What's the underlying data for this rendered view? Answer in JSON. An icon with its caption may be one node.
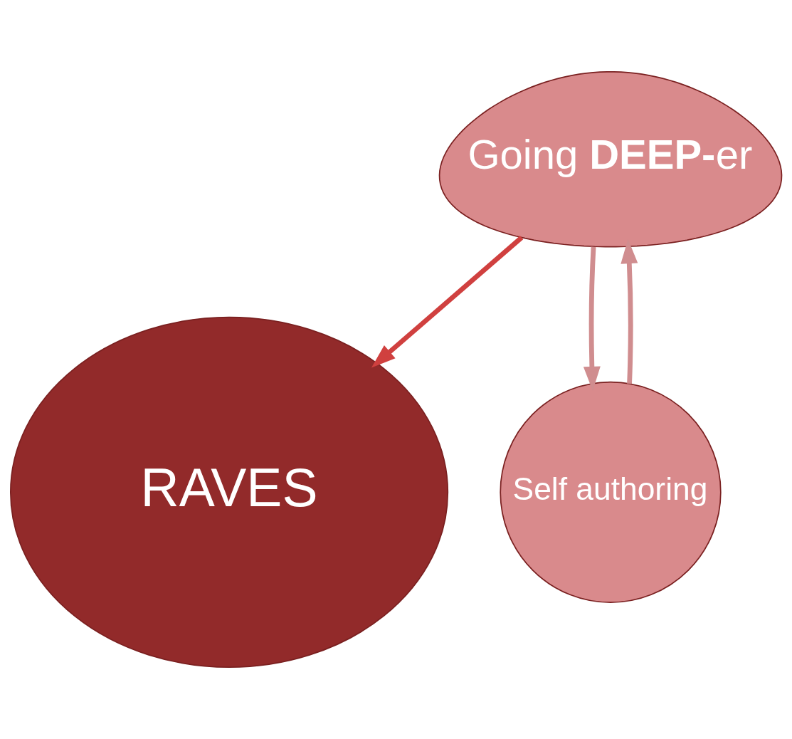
{
  "diagram": {
    "nodes": [
      {
        "text": [
          "Going **DEEP-**er"
        ]
      },
      {
        "text": [
          "RAVES"
        ]
      },
      {
        "text": [
          "Self authoring"
        ]
      }
    ],
    "edges": [
      {
        "from": 0,
        "to": 2,
        "arrow": "to"
      },
      {
        "from": 2,
        "to": 0,
        "arrow": "to"
      },
      {
        "from": 0,
        "to": 1,
        "arrow": "to",
        "color": "#d0403f"
      }
    ]
  }
}
